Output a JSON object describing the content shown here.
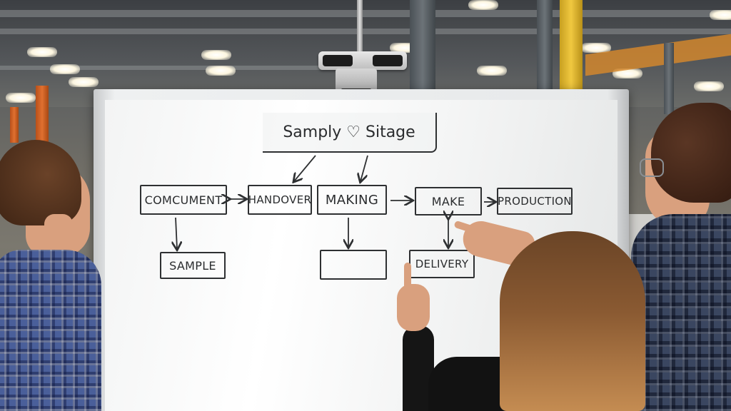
{
  "whiteboard": {
    "title": "Samply ♡ Sitage",
    "boxes": {
      "comcument": "COMCUMENT",
      "handover": "HANDOVER",
      "making": "MAKING",
      "make": "MAKE",
      "production": "PRODUCTION",
      "sample": "SAMPLE",
      "blank": "",
      "delivery": "DELIVERY"
    }
  },
  "scene": {
    "setting": "factory",
    "people_count": 3,
    "colors": {
      "marker": "#2a2c2e",
      "board": "#f6f7f7",
      "hair_woman": "#8a5a32",
      "hair_man": "#4a2e20"
    }
  }
}
